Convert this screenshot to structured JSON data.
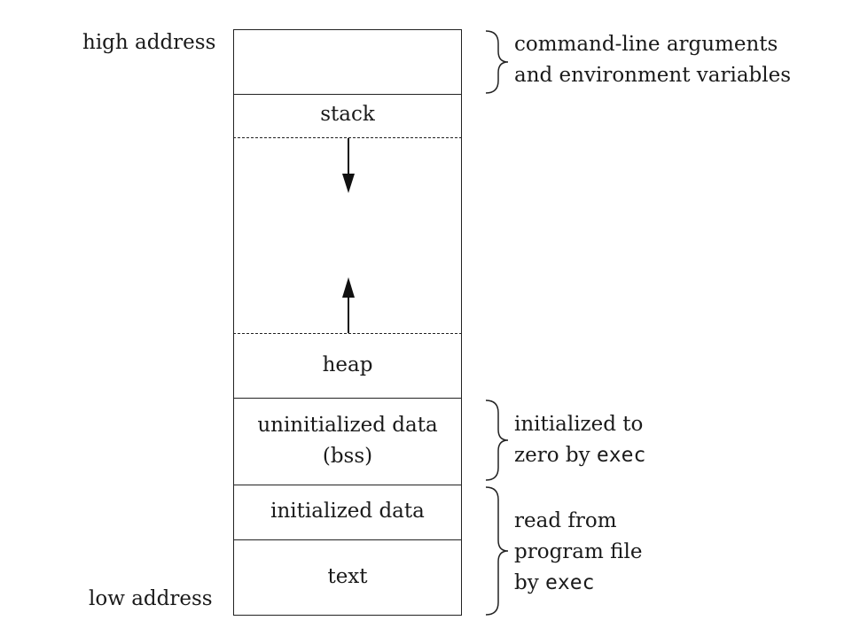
{
  "address_labels": {
    "high": "high address",
    "low": "low address"
  },
  "segments": {
    "stack": "stack",
    "heap": "heap",
    "bss_line1": "uninitialized data",
    "bss_line2": "(bss)",
    "initialized_data": "initialized data",
    "text": "text"
  },
  "annotations": {
    "args_line1": "command-line arguments",
    "args_line2": "and environment variables",
    "bss_line1": "initialized to",
    "bss_line2_prefix": "zero by ",
    "bss_line2_code": "exec",
    "file_line1": "read from",
    "file_line2": "program file",
    "file_line3_prefix": "by ",
    "file_line3_code": "exec"
  }
}
